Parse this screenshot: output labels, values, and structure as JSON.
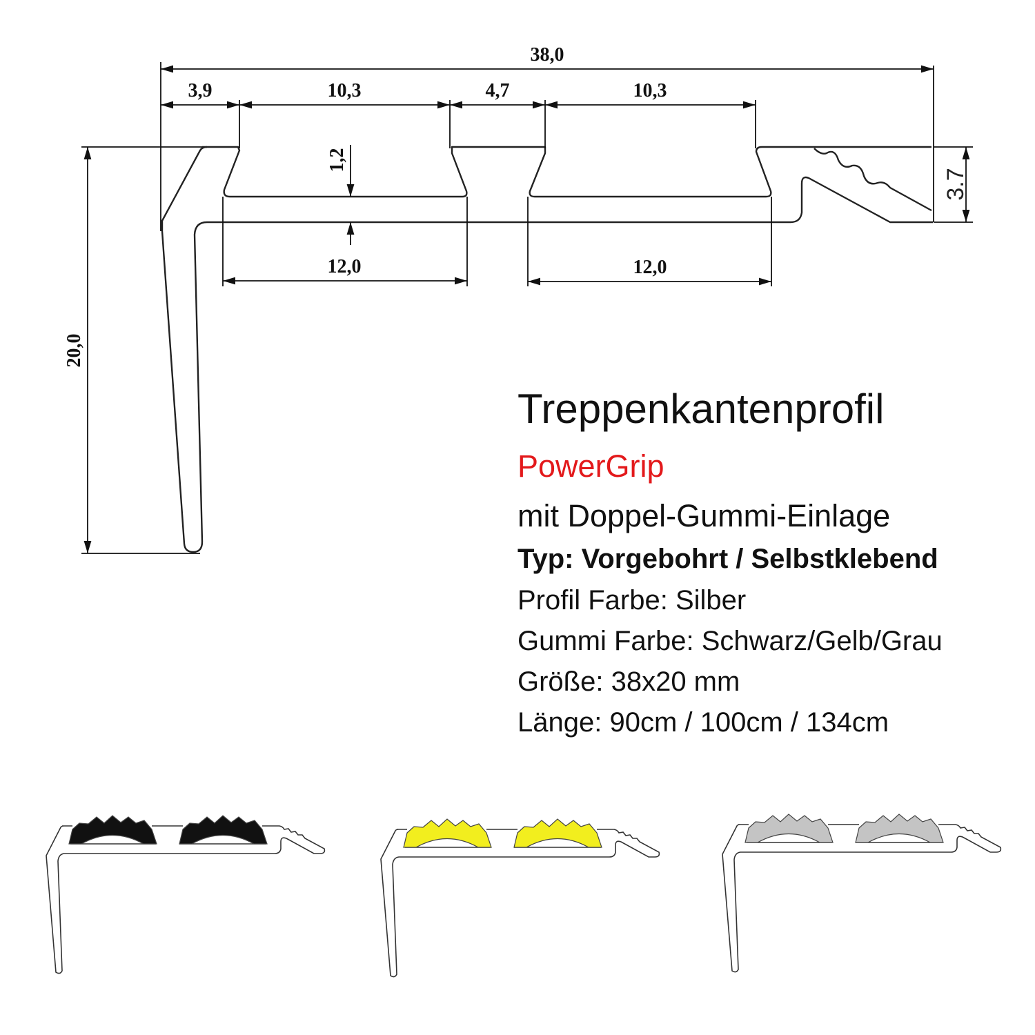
{
  "drawing": {
    "dimensions": {
      "total_width": "38,0",
      "left_lip": "3,9",
      "groove1_top": "10,3",
      "middle_land": "4,7",
      "groove2_top": "10,3",
      "groove_depth": "1,2",
      "groove1_bottom": "12,0",
      "groove2_bottom": "12,0",
      "height": "20,0",
      "nose_height": "3.7"
    }
  },
  "info": {
    "title": "Treppenkantenprofil",
    "brand": "PowerGrip",
    "subtitle": "mit Doppel-Gummi-Einlage",
    "type": "Typ: Vorgebohrt / Selbstklebend",
    "profile_color": "Profil Farbe: Silber",
    "rubber_color": "Gummi Farbe: Schwarz/Gelb/Grau",
    "size": "Größe: 38x20 mm",
    "length": "Länge: 90cm / 100cm / 134cm"
  },
  "colors": {
    "brand": "#e3191b",
    "variants": [
      {
        "name": "Schwarz",
        "fill": "#111111"
      },
      {
        "name": "Gelb",
        "fill": "#f2ee1e"
      },
      {
        "name": "Grau",
        "fill": "#c4c4c4"
      }
    ]
  }
}
